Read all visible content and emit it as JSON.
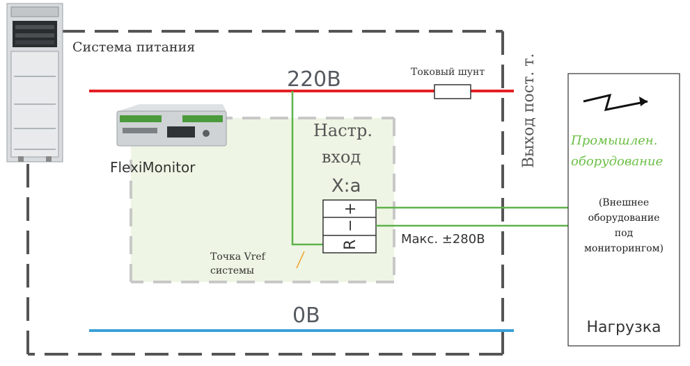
{
  "diagram": {
    "power_system_label": "Система питания",
    "voltage_high": "220В",
    "voltage_zero": "0В",
    "shunt_label": "Токовый шунт",
    "dc_output_label": "Выход пост. т.",
    "device_label": "FlexiMonitor",
    "input_title_line1": "Настр.",
    "input_title_line2": "вход",
    "input_id": "X:a",
    "terminal_plus": "+",
    "terminal_minus": "−",
    "terminal_r": "R",
    "max_voltage_label": "Макс. ±280В",
    "vref_line1": "Точка Vref",
    "vref_line2": "системы",
    "industrial_line1": "Промышлен.",
    "industrial_line2": "оборудование",
    "external_line1": "(Внешнее",
    "external_line2": "оборудование",
    "external_line3": "под",
    "external_line4": "мониторингом)",
    "load_label": "Нагрузка",
    "colors": {
      "bus_high": "#e31e24",
      "bus_zero": "#3aa0d8",
      "signal": "#5db34a",
      "dashed_frame": "#555555",
      "module_bg": "#eef5e4",
      "vref_pointer": "#f0a030",
      "industrial_text": "#6cbf45",
      "label_text": "#333333"
    },
    "icons": [
      "server-rack-icon",
      "flexi-monitor-device-icon",
      "lightning-arrow-icon",
      "shunt-resistor-icon"
    ]
  }
}
